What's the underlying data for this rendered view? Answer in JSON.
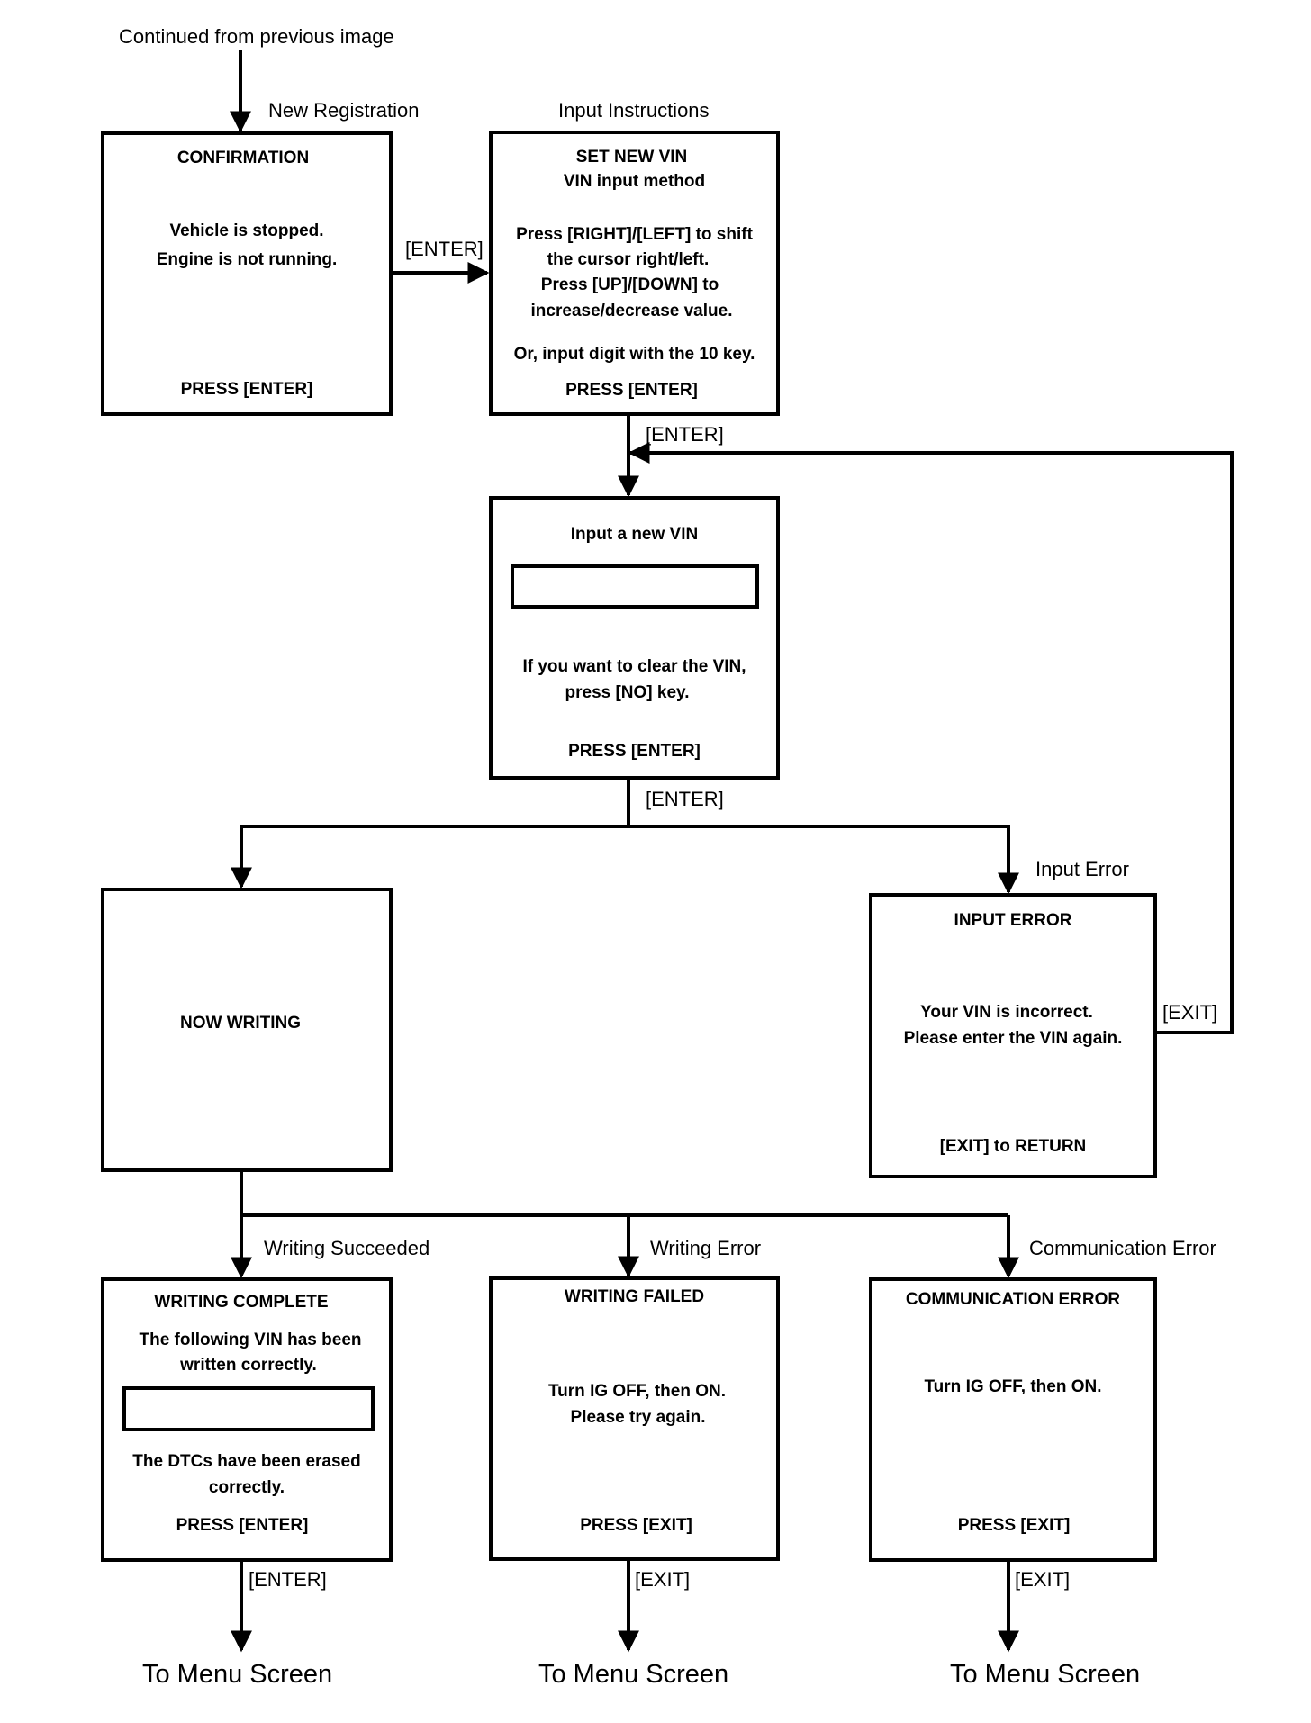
{
  "continued_label": "Continued from previous image",
  "edge_labels": {
    "new_registration": "New Registration",
    "input_instructions": "Input Instructions",
    "confirm_enter": "[ENTER]",
    "set_vin_enter": "[ENTER]",
    "input_vin_enter": "[ENTER]",
    "input_error": "Input Error",
    "input_error_exit": "[EXIT]",
    "writing_succeeded": "Writing Succeeded",
    "writing_error": "Writing Error",
    "communication_error": "Communication Error",
    "complete_enter": "[ENTER]",
    "failed_exit": "[EXIT]",
    "comm_exit": "[EXIT]"
  },
  "boxes": {
    "confirmation": {
      "title": "CONFIRMATION",
      "line1": "Vehicle is stopped.",
      "line2": "Engine is not running.",
      "action": "PRESS [ENTER]"
    },
    "set_new_vin": {
      "title": "SET NEW VIN",
      "subtitle": "VIN input method",
      "line1": "Press [RIGHT]/[LEFT] to shift",
      "line2": "the cursor right/left.",
      "line3": "Press [UP]/[DOWN] to",
      "line4": "increase/decrease value.",
      "line5": "Or, input digit with the 10 key.",
      "action": "PRESS [ENTER]"
    },
    "input_vin": {
      "title": "Input a new VIN",
      "line1": "If you want to clear the VIN,",
      "line2": "press [NO] key.",
      "action": "PRESS [ENTER]"
    },
    "now_writing": {
      "title": "NOW WRITING"
    },
    "input_error": {
      "title": "INPUT ERROR",
      "line1": "Your VIN is incorrect.",
      "line2": "Please enter the VIN again.",
      "action": "[EXIT] to RETURN"
    },
    "writing_complete": {
      "title": "WRITING COMPLETE",
      "line1": "The following VIN has been",
      "line2": "written correctly.",
      "line3": "The DTCs have been erased",
      "line4": "correctly.",
      "action": "PRESS [ENTER]"
    },
    "writing_failed": {
      "title": "WRITING FAILED",
      "line1": "Turn IG OFF, then ON.",
      "line2": "Please try again.",
      "action": "PRESS [EXIT]"
    },
    "communication_error": {
      "title": "COMMUNICATION ERROR",
      "line1": "Turn IG OFF, then ON.",
      "action": "PRESS [EXIT]"
    }
  },
  "destinations": {
    "left": "To Menu Screen",
    "middle": "To Menu Screen",
    "right": "To Menu Screen"
  }
}
